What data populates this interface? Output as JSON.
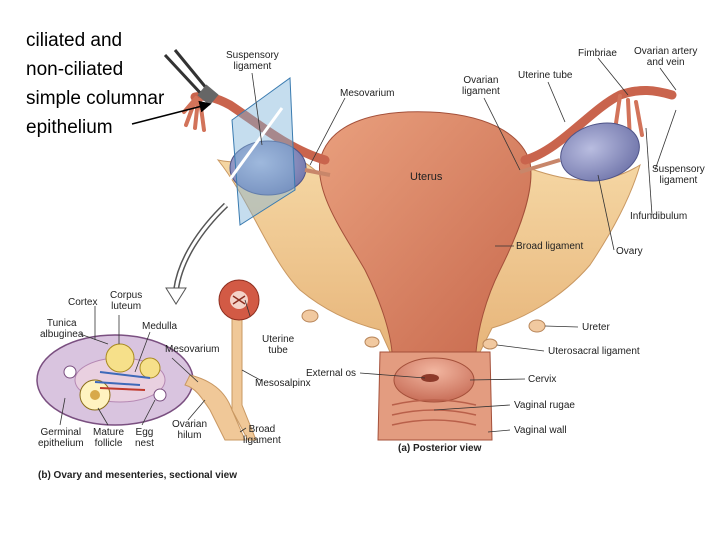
{
  "annotation": {
    "lines": [
      "ciliated and",
      "non-ciliated",
      "simple columnar",
      "epithelium"
    ]
  },
  "figure_a": {
    "caption": "(a) Posterior view",
    "labels": {
      "suspensory_ligament_left": [
        "Suspensory",
        "ligament"
      ],
      "mesovarium": "Mesovarium",
      "ovarian_ligament": [
        "Ovarian",
        "ligament"
      ],
      "uterine_tube": "Uterine tube",
      "fimbriae": "Fimbriae",
      "ovarian_artery_vein": [
        "Ovarian artery",
        "and vein"
      ],
      "uterus": "Uterus",
      "suspensory_ligament_right": [
        "Suspensory",
        "ligament"
      ],
      "infundibulum": "Infundibulum",
      "broad_ligament": "Broad ligament",
      "ovary": "Ovary",
      "ureter": "Ureter",
      "uterosacral_ligament": "Uterosacral ligament",
      "external_os": "External os",
      "cervix": "Cervix",
      "vaginal_rugae": "Vaginal rugae",
      "vaginal_wall": "Vaginal wall"
    }
  },
  "figure_b": {
    "caption": "(b) Ovary and mesenteries, sectional view",
    "labels": {
      "cortex": "Cortex",
      "corpus_luteum": [
        "Corpus",
        "luteum"
      ],
      "tunica_albuginea": [
        "Tunica",
        "albuginea"
      ],
      "medulla": "Medulla",
      "mesovarium": "Mesovarium",
      "uterine_tube": [
        "Uterine",
        "tube"
      ],
      "mesosalpinx": "Mesosalpinx",
      "germinal_epithelium": [
        "Germinal",
        "epithelium"
      ],
      "mature_follicle": [
        "Mature",
        "follicle"
      ],
      "egg_nest": [
        "Egg",
        "nest"
      ],
      "ovarian_hilum": [
        "Ovarian",
        "hilum"
      ],
      "broad_ligament": [
        "Broad",
        "ligament"
      ]
    }
  },
  "colors": {
    "uterus": "#d98a6a",
    "broad_ligament": "#f0c890",
    "ovary": "#8a8fc0",
    "tube": "#d0705a",
    "label_text": "#222222"
  }
}
